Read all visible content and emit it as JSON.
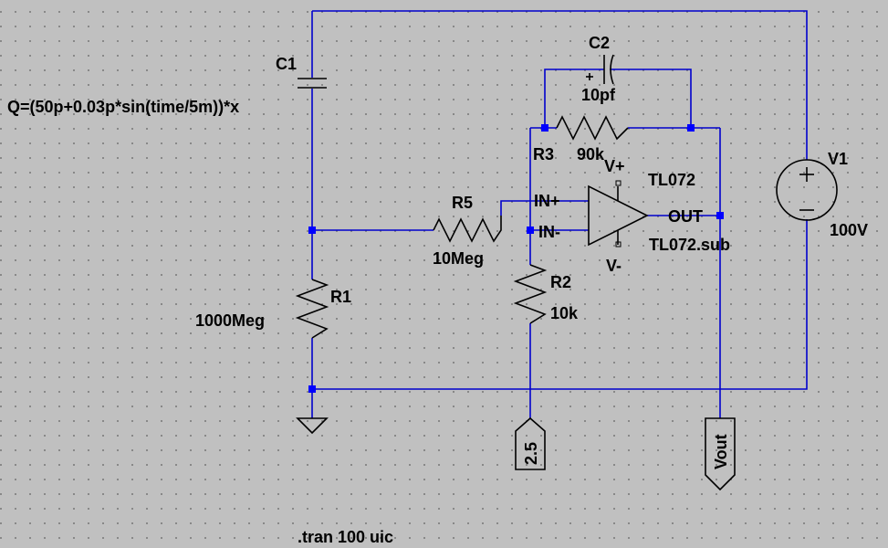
{
  "components": {
    "c1": {
      "name": "C1",
      "value": "Q=(50p+0.03p*sin(time/5m))*x"
    },
    "c2": {
      "name": "C2",
      "value": "10pf"
    },
    "r1": {
      "name": "R1",
      "value": "1000Meg"
    },
    "r2": {
      "name": "R2",
      "value": "10k"
    },
    "r3": {
      "name": "R3",
      "value": "90k"
    },
    "r5": {
      "name": "R5",
      "value": "10Meg"
    },
    "v1": {
      "name": "V1",
      "value": "100V"
    },
    "u1": {
      "model": "TL072",
      "subckt": "TL072.sub",
      "pins": {
        "in_plus": "IN+",
        "in_minus": "IN-",
        "out": "OUT",
        "v_plus": "V+",
        "v_minus": "V-"
      }
    }
  },
  "net_labels": {
    "ref": "2.5",
    "out": "Vout"
  },
  "directive": ".tran 100 uic",
  "colors": {
    "background": "#c0c0c0",
    "grid_dots": "#7a7a7a",
    "wire": "#0000cc",
    "junction": "#0000ff",
    "component": "#000000"
  }
}
